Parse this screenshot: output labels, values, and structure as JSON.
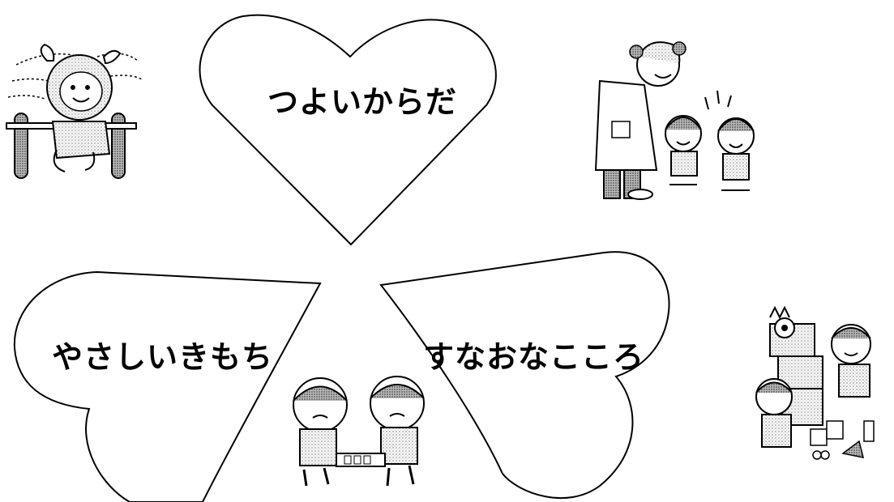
{
  "hearts": {
    "top": {
      "label": "つよいからだ"
    },
    "left": {
      "label": "やさしいきもち"
    },
    "right": {
      "label": "すなおなこころ"
    }
  },
  "illustrations": [
    {
      "name": "girl-on-bar-illustration"
    },
    {
      "name": "teacher-and-children-illustration"
    },
    {
      "name": "children-building-blocks-illustration"
    },
    {
      "name": "boys-tug-of-war-illustration"
    }
  ],
  "colors": {
    "line": "#000000",
    "background": "#ffffff",
    "shade": "#8c8c8c"
  }
}
